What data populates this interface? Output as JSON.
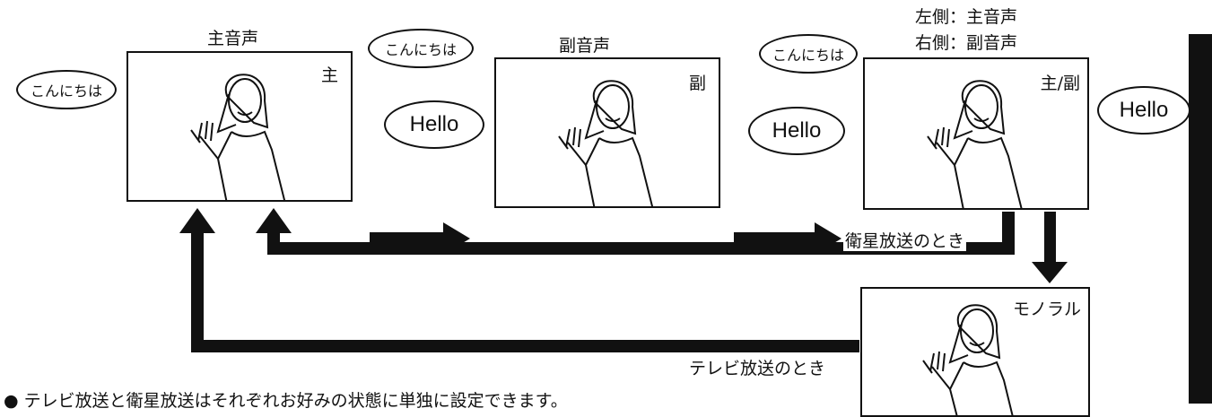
{
  "labels": {
    "main_audio": "主音声",
    "sub_audio": "副音声",
    "left_side": "左側：主音声",
    "right_side": "右側：副音声",
    "satellite": "衛星放送のとき",
    "terrestrial": "テレビ放送のとき"
  },
  "panels": {
    "main": {
      "tag": "主"
    },
    "sub": {
      "tag": "副"
    },
    "dual": {
      "tag": "主/副"
    },
    "mono": {
      "tag": "モノラル"
    }
  },
  "bubbles": {
    "jp_greeting": "こんにちは",
    "en_greeting": "Hello"
  },
  "footnote": {
    "bullet": "●",
    "text": "テレビ放送と衛星放送はそれぞれお好みの状態に単独に設定できます。"
  }
}
